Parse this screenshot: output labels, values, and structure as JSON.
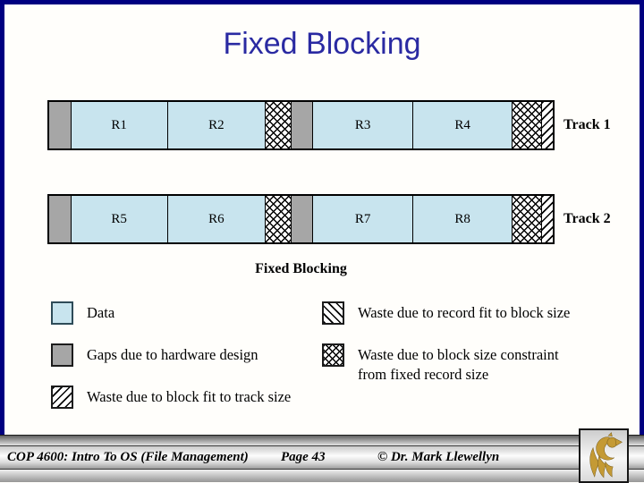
{
  "slide": {
    "title": "Fixed Blocking",
    "caption": "Fixed Blocking"
  },
  "tracks": [
    {
      "label": "Track 1",
      "segments": [
        {
          "type": "gap",
          "label": "",
          "width": 4.2
        },
        {
          "type": "data",
          "label": "R1",
          "width": 19.2
        },
        {
          "type": "data",
          "label": "R2",
          "width": 19.4
        },
        {
          "type": "cross",
          "label": "",
          "width": 5.1
        },
        {
          "type": "gap",
          "label": "",
          "width": 4.4
        },
        {
          "type": "data",
          "label": "R3",
          "width": 19.8
        },
        {
          "type": "data",
          "label": "R4",
          "width": 19.8
        },
        {
          "type": "cross",
          "label": "",
          "width": 5.8
        },
        {
          "type": "diag",
          "label": "",
          "width": 2.3
        }
      ]
    },
    {
      "label": "Track 2",
      "segments": [
        {
          "type": "gap",
          "label": "",
          "width": 4.2
        },
        {
          "type": "data",
          "label": "R5",
          "width": 19.2
        },
        {
          "type": "data",
          "label": "R6",
          "width": 19.4
        },
        {
          "type": "cross",
          "label": "",
          "width": 5.1
        },
        {
          "type": "gap",
          "label": "",
          "width": 4.4
        },
        {
          "type": "data",
          "label": "R7",
          "width": 19.8
        },
        {
          "type": "data",
          "label": "R8",
          "width": 19.8
        },
        {
          "type": "cross",
          "label": "",
          "width": 5.8
        },
        {
          "type": "diag",
          "label": "",
          "width": 2.3
        }
      ]
    }
  ],
  "legend": {
    "left": [
      {
        "pattern": "data",
        "label": "Data"
      },
      {
        "pattern": "gap",
        "label": "Gaps due to hardware design"
      },
      {
        "pattern": "diag-forward",
        "label": "Waste due to block fit to track size"
      }
    ],
    "right": [
      {
        "pattern": "diag-back",
        "label": "Waste due to record fit to block size"
      },
      {
        "pattern": "cross",
        "label": "Waste due to block size constraint",
        "label2": "from fixed record size"
      }
    ]
  },
  "footer": {
    "course": "COP 4600: Intro To OS  (File Management)",
    "page": "Page 43",
    "copyright": "© Dr. Mark Llewellyn"
  },
  "colors": {
    "data_fill": "#c8e4ee",
    "gap_fill": "#a6a6a6",
    "title_blue": "#2a2aa2",
    "frame_navy": "#000080",
    "logo_gold": "#c49a35"
  }
}
